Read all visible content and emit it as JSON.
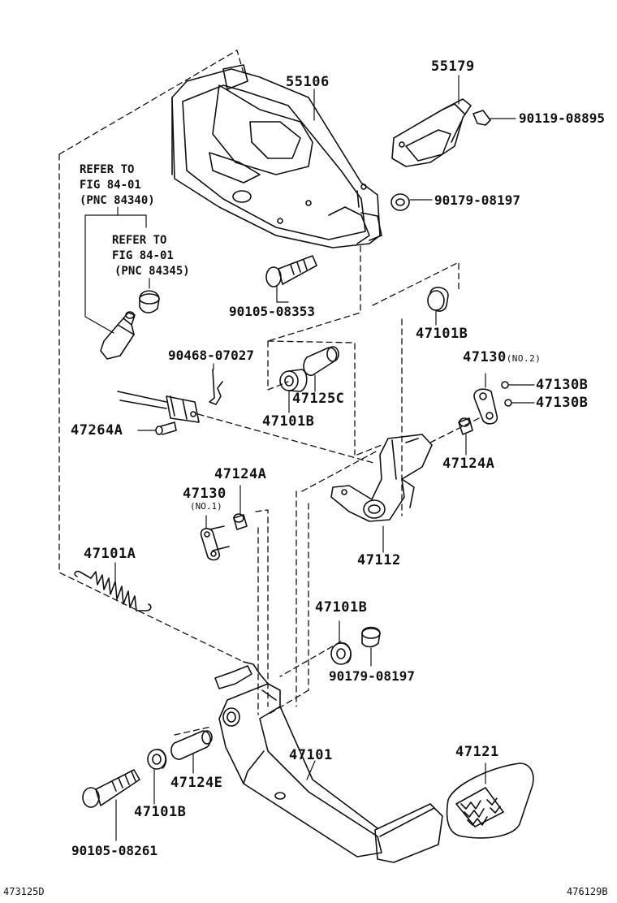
{
  "labels": {
    "p55106": "55106",
    "p55179": "55179",
    "p90119_08895": "90119-08895",
    "p90179_08197_top": "90179-08197",
    "ref1_line1": "REFER TO",
    "ref1_line2": "FIG 84-01",
    "ref1_line3": "(PNC 84340)",
    "ref2_line1": "REFER TO",
    "ref2_line2": "FIG 84-01",
    "ref2_line3": "(PNC 84345)",
    "p90105_08353": "90105-08353",
    "p47101B_a": "47101B",
    "p90468_07027": "90468-07027",
    "p47125C": "47125C",
    "p47101B_b": "47101B",
    "p47130_no2": "47130",
    "p47130_no2_note": "(NO.2)",
    "p47130B_a": "47130B",
    "p47130B_b": "47130B",
    "p47264A": "47264A",
    "p47124A_a": "47124A",
    "p47124A_b": "47124A",
    "p47130_no1": "47130",
    "p47130_no1_note": "(NO.1)",
    "p47112": "47112",
    "p47101A": "47101A",
    "p47101B_c": "47101B",
    "p90179_08197_bot": "90179-08197",
    "p47101": "47101",
    "p47121": "47121",
    "p47124E": "47124E",
    "p47101B_d": "47101B",
    "p90105_08261": "90105-08261"
  },
  "footer": {
    "left_code": "473125D",
    "right_code": "476129B"
  }
}
